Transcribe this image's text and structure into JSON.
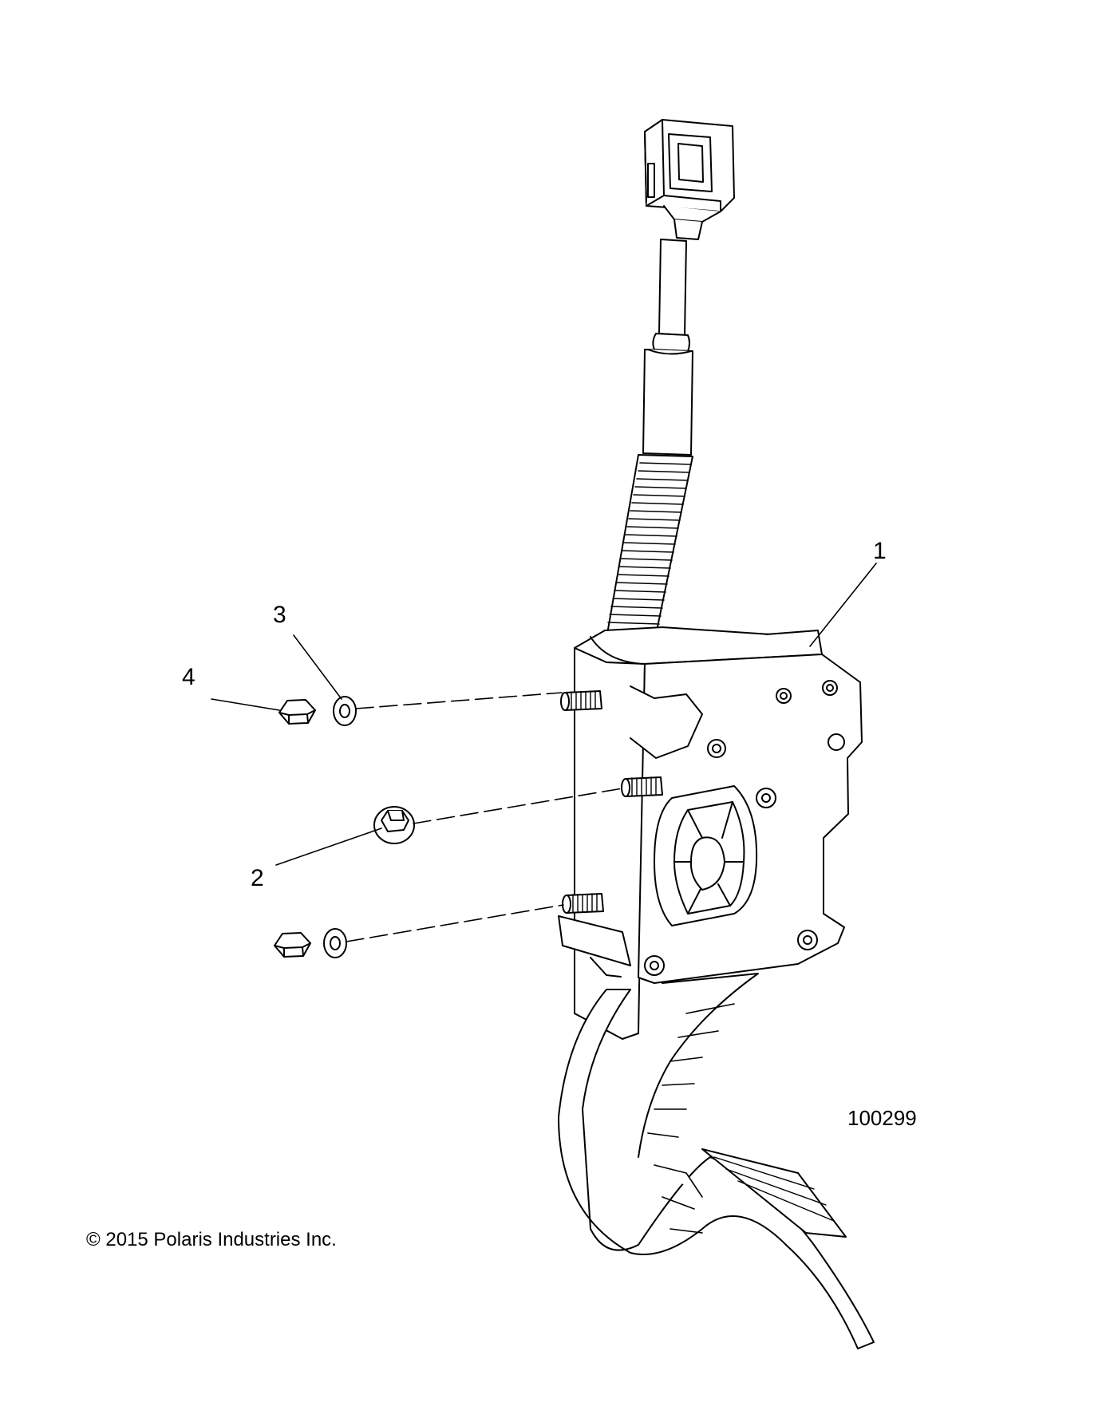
{
  "callouts": {
    "c1": "1",
    "c2": "2",
    "c3": "3",
    "c4": "4"
  },
  "diagram_number": "100299",
  "copyright": "© 2015 Polaris Industries Inc.",
  "colors": {
    "line": "#000000",
    "fill": "#ffffff",
    "shade": "#e8e8e8"
  }
}
